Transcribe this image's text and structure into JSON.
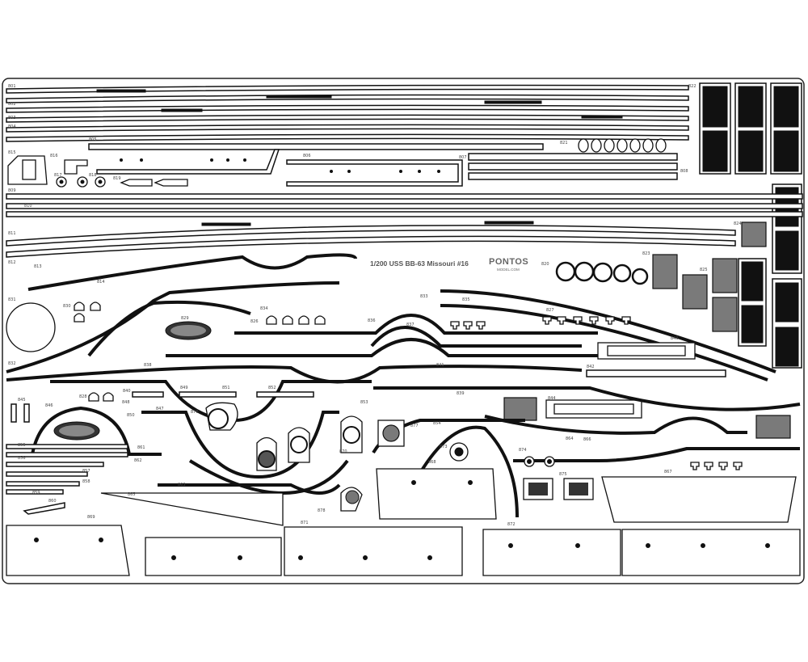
{
  "sheet": {
    "title": "1/200 USS BB-63 Missouri #16",
    "brand": "PONTOS",
    "brand_sub": "MODEL.COM",
    "colors": {
      "etch": "#111111",
      "background": "#ffffff",
      "grey_part": "#7a7a7a"
    }
  },
  "part_numbers": {
    "p801": "801",
    "p802": "802",
    "p803": "803",
    "p804": "804",
    "p805": "805",
    "p806": "806",
    "p807": "807",
    "p808": "808",
    "p809": "809",
    "p810": "810",
    "p811": "811",
    "p812": "812",
    "p813": "813",
    "p814": "814",
    "p815": "815",
    "p816": "816",
    "p817": "817",
    "p818": "818",
    "p819": "819",
    "p820": "820",
    "p821": "821",
    "p822": "822",
    "p823": "823",
    "p824": "824",
    "p825": "825",
    "p826": "826",
    "p827": "827",
    "p828": "828",
    "p829": "829",
    "p830": "830",
    "p831": "831",
    "p832": "832",
    "p833": "833",
    "p834": "834",
    "p835": "835",
    "p836": "836",
    "p837": "837",
    "p838": "838",
    "p839": "839",
    "p840": "840",
    "p841": "841",
    "p842": "842",
    "p843": "843",
    "p844": "844",
    "p845": "845",
    "p846": "846",
    "p847": "847",
    "p848": "848",
    "p849": "849",
    "p850": "850",
    "p851": "851",
    "p852": "852",
    "p853": "853",
    "p854": "854",
    "p855": "855",
    "p856": "856",
    "p857": "857",
    "p858": "858",
    "p859": "859",
    "p860": "860",
    "p861": "861",
    "p862": "862",
    "p863": "863",
    "p864": "864",
    "p865": "865",
    "p866": "866",
    "p867": "867",
    "p868": "868",
    "p869": "869",
    "p870": "870",
    "p871": "871",
    "p872": "872",
    "p873": "873",
    "p874": "874",
    "p875": "875",
    "p876": "876",
    "p877": "877",
    "p878": "878"
  }
}
